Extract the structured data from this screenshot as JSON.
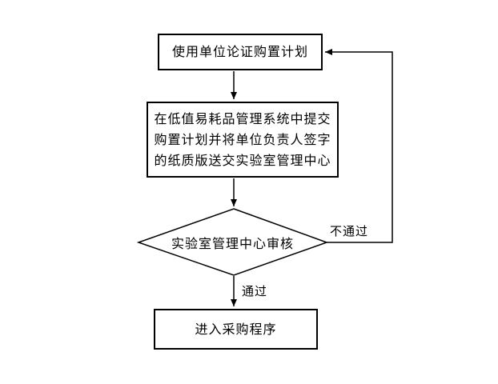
{
  "flowchart": {
    "nodes": {
      "plan": {
        "label": "使用单位论证购置计划"
      },
      "submit": {
        "lines": [
          "在低值易耗品管理系统中提交",
          "购置计划并将单位负责人签字",
          "的纸质版送交实验室管理中心"
        ]
      },
      "review": {
        "label": "实验室管理中心审核"
      },
      "procure": {
        "label": "进入采购程序"
      }
    },
    "edges": {
      "pass_label": "通过",
      "fail_label": "不通过"
    },
    "colors": {
      "line": "#000000",
      "background": "#ffffff",
      "text": "#000000"
    }
  }
}
